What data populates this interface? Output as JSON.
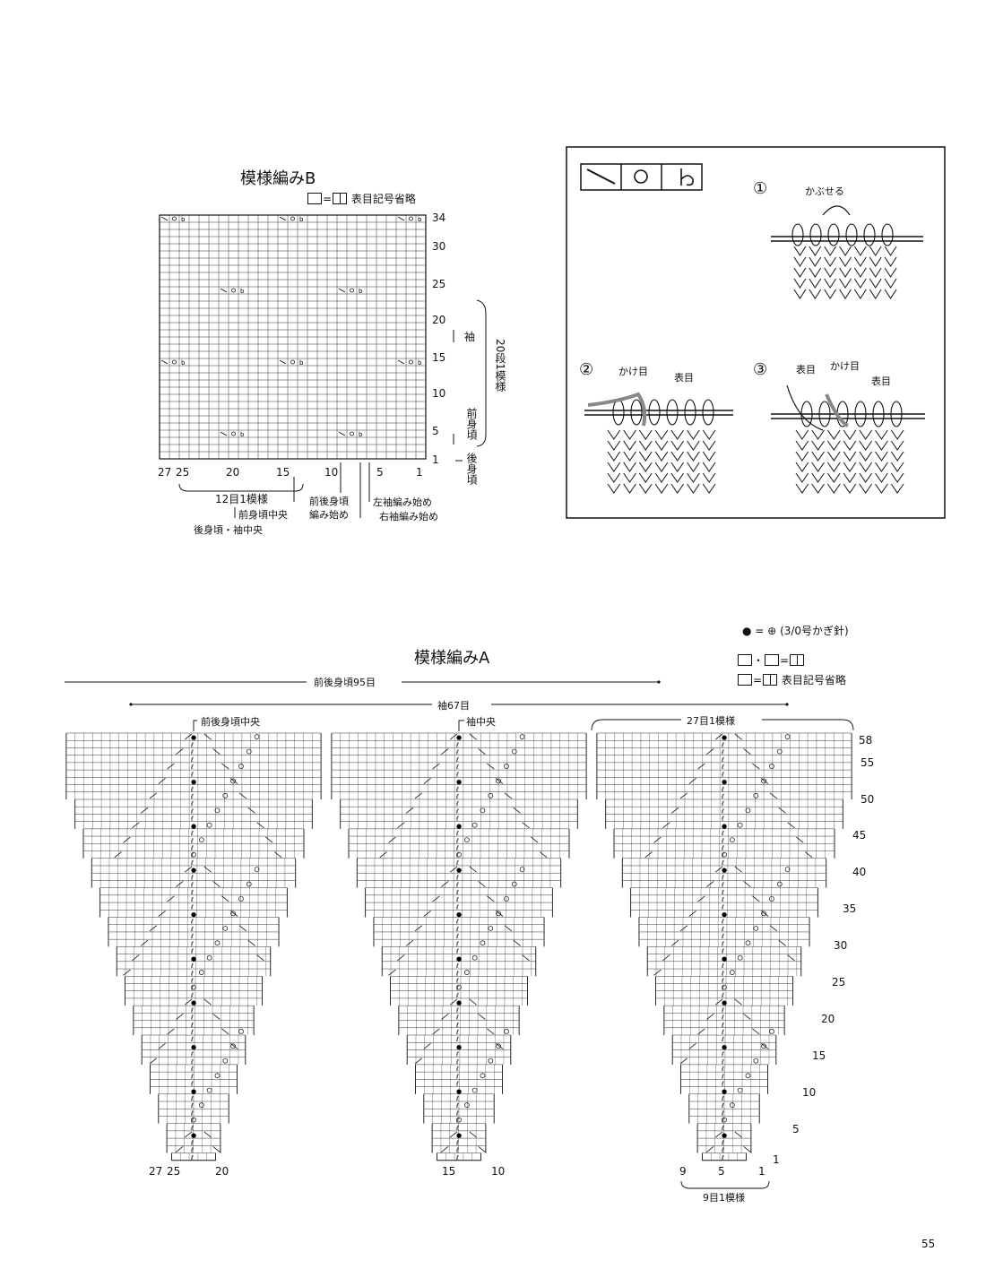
{
  "chart_b": {
    "title": "模様編みB",
    "legend": "表目記号省略",
    "row_labels": [
      "34",
      "30",
      "25",
      "20",
      "15",
      "10",
      "5",
      "1"
    ],
    "col_labels": [
      "27",
      "25",
      "20",
      "15",
      "10",
      "5",
      "1"
    ],
    "side_labels": {
      "sleeve": "袖",
      "front": "前身頃",
      "back": "後身頃",
      "repeat_rows": "20段1模様"
    },
    "bottom_labels": {
      "repeat_stitches": "12目1模様",
      "front_center": "前身頃中央",
      "back_sleeve_center": "後身頃・袖中央",
      "body_start": "前後身頃\n編み始め",
      "left_sleeve_start": "左袖編み始め",
      "right_sleeve_start": "右袖編み始め"
    }
  },
  "illustration": {
    "step1": {
      "num": "①",
      "label": "かぶせる"
    },
    "step2": {
      "num": "②",
      "labels": [
        "かけ目",
        "表目"
      ]
    },
    "step3": {
      "num": "③",
      "labels": [
        "表目",
        "かけ目",
        "表目"
      ]
    }
  },
  "chart_a": {
    "title": "模様編みA",
    "legend_bobble": "(3/0号かぎ針)",
    "legend_eq": "=",
    "legend_omit": "表目記号省略",
    "span_body": "前後身頃95目",
    "span_sleeve": "袖67目",
    "span_repeat": "27目1模様",
    "center_body": "前後身頃中央",
    "center_sleeve": "袖中央",
    "row_labels": [
      "58",
      "55",
      "50",
      "45",
      "40",
      "35",
      "30",
      "25",
      "20",
      "15",
      "10",
      "5",
      "1"
    ],
    "col_labels_left": [
      "27",
      "25",
      "20"
    ],
    "col_labels_mid": [
      "15",
      "10"
    ],
    "col_labels_right": [
      "9",
      "5",
      "1"
    ],
    "repeat_bottom": "9目1模様"
  },
  "page_number": "55"
}
